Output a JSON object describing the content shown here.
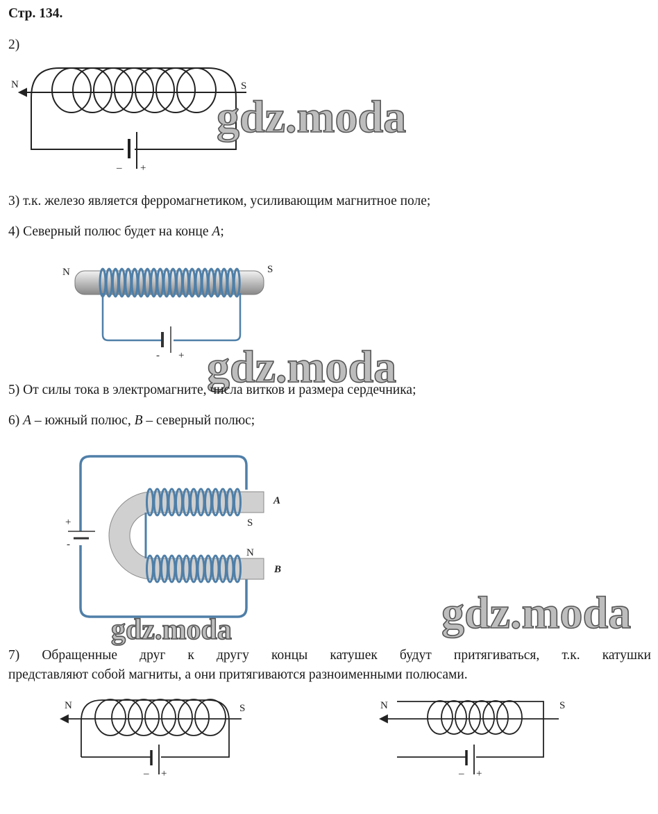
{
  "header": {
    "page_label": "Стр. 134."
  },
  "items": [
    {
      "number": "2)",
      "text": ""
    },
    {
      "text": "3) т.к. железо является ферромагнетиком, усиливающим магнитное поле;"
    },
    {
      "text": "4) Северный полюс будет на конце ",
      "italic": "A",
      "tail": ";"
    },
    {
      "text": "5) От силы тока в электромагните, числа витков и размера сердечника;"
    },
    {
      "a": "A",
      "mid": " – южный полюс, ",
      "b": "B",
      "tail": " – северный полюс;",
      "prefix": "6) "
    },
    {
      "line1": "7) Обращенные друг к другу концы катушек будут притягиваться, т.к. катушки",
      "line2": "представляют собой магниты, а они притягиваются разноименными полюсами."
    }
  ],
  "diagrams": {
    "coil1": {
      "north": "N",
      "south": "S",
      "minus": "–",
      "plus": "+"
    },
    "rod": {
      "north": "N",
      "south": "S",
      "minus": "-",
      "plus": "+"
    },
    "horseshoe": {
      "end_a": "A",
      "end_b": "B",
      "pole_a": "S",
      "pole_b": "N",
      "plus": "+",
      "minus": "-"
    },
    "coil_left": {
      "north": "N",
      "south": "S",
      "minus": "–",
      "plus": "+"
    },
    "coil_right": {
      "north": "N",
      "south": "S",
      "minus": "–",
      "plus": "+"
    }
  },
  "watermark": "gdz.moda",
  "colors": {
    "wire_blue": "#4f7fa8",
    "iron_gray": "#cfcfcf"
  }
}
